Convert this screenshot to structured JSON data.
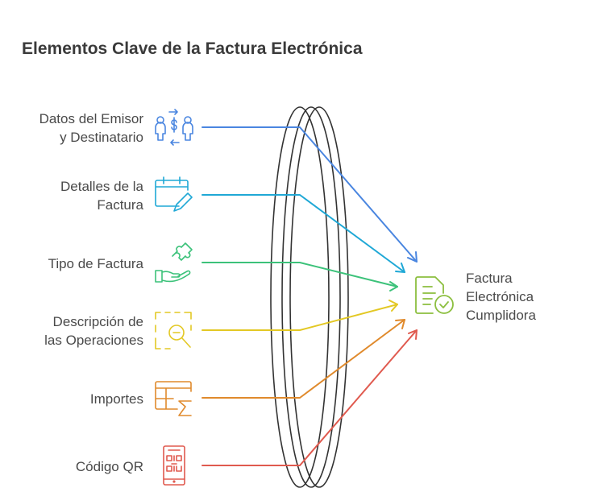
{
  "title": "Elementos Clave de la Factura Electrónica",
  "inputs": [
    {
      "label": "Datos del Emisor\ny Destinatario",
      "icon": "people-exchange-icon",
      "color": "#4a86e0"
    },
    {
      "label": "Detalles de la\nFactura",
      "icon": "calendar-pencil-icon",
      "color": "#1fa8d6"
    },
    {
      "label": "Tipo de Factura",
      "icon": "hand-puzzle-icon",
      "color": "#3cc27a"
    },
    {
      "label": "Descripción de\nlas Operaciones",
      "icon": "zoom-out-icon",
      "color": "#e3c824"
    },
    {
      "label": "Importes",
      "icon": "table-sum-icon",
      "color": "#e08a2c"
    },
    {
      "label": "Código QR",
      "icon": "phone-qr-icon",
      "color": "#e05a4f"
    }
  ],
  "output": {
    "label": "Factura\nElectrónica\nCumplidora",
    "icon": "document-check-icon",
    "color": "#8cbf3f"
  }
}
